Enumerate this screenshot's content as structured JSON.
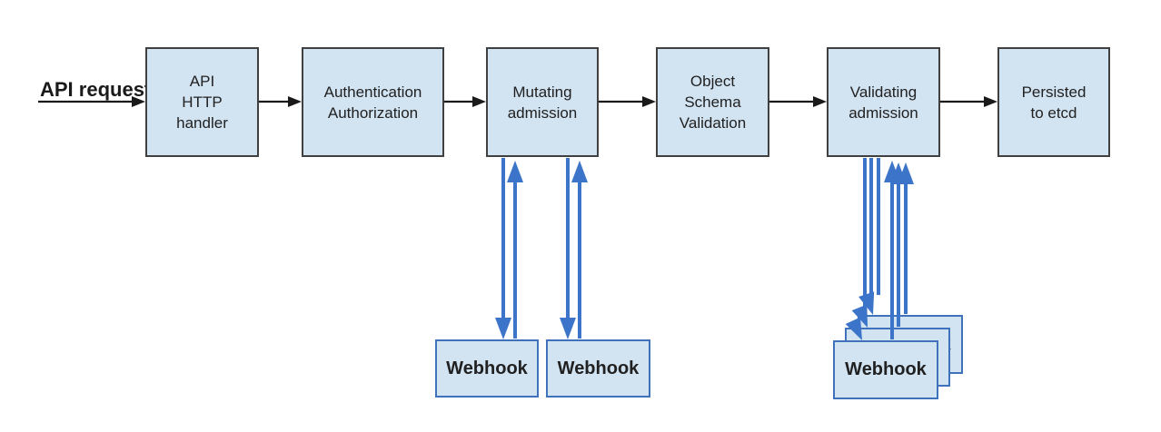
{
  "diagram": {
    "entry_label": "API request",
    "nodes": [
      {
        "lines": [
          "API",
          "HTTP",
          "handler"
        ]
      },
      {
        "lines": [
          "Authentication",
          "Authorization"
        ]
      },
      {
        "lines": [
          "Mutating",
          "admission"
        ]
      },
      {
        "lines": [
          "Object",
          "Schema",
          "Validation"
        ]
      },
      {
        "lines": [
          "Validating",
          "admission"
        ]
      },
      {
        "lines": [
          "Persisted",
          "to etcd"
        ]
      }
    ],
    "webhooks": {
      "mutating": [
        "Webhook",
        "Webhook"
      ],
      "validating": [
        "Webhook",
        "Webhook",
        "Webhook"
      ]
    }
  },
  "colors": {
    "background": "#ffffff",
    "node_fill": "#d2e3f2",
    "node_border": "#404040",
    "webhook_fill": "#d2e3f2",
    "webhook_border": "#3f72ba",
    "flow_arrow": "#1a1a1a",
    "webhook_arrow": "#3b74c8",
    "text": "#212121"
  }
}
